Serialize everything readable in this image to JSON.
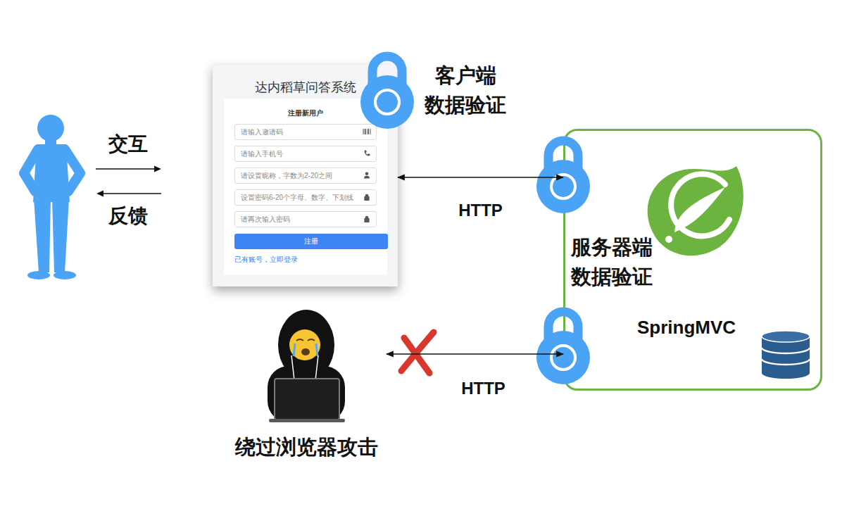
{
  "diagram": {
    "nodes": [
      {
        "text": [
          "达内稻草问答系统",
          "注册新用户",
          "已有账号，立即登录"
        ]
      },
      {
        "text": [
          "请输入邀请码"
        ],
        "in": 0
      },
      {
        "text": [
          "请输入手机号"
        ],
        "in": 0
      },
      {
        "text": [
          "请设置昵称，字数为2-20之间"
        ],
        "in": 0
      },
      {
        "text": [
          "设置密码6-20个字母、数字、下划线"
        ],
        "in": 0
      },
      {
        "text": [
          "请再次输入密码"
        ],
        "in": 0
      },
      {
        "text": [
          "注册"
        ],
        "in": 0
      },
      {
        "text": [
          "服务器端 数据验证",
          "SpringMVC"
        ]
      },
      {
        "text": [
          "绕过浏览器攻击"
        ]
      }
    ],
    "edges": [
      {
        "from": 0,
        "to": 7,
        "arrow": "both",
        "label": "HTTP"
      },
      {
        "from": 8,
        "to": 7,
        "arrow": "both",
        "label": "HTTP"
      }
    ],
    "labels": [
      "交互",
      "反馈",
      "客户端 数据验证"
    ]
  }
}
